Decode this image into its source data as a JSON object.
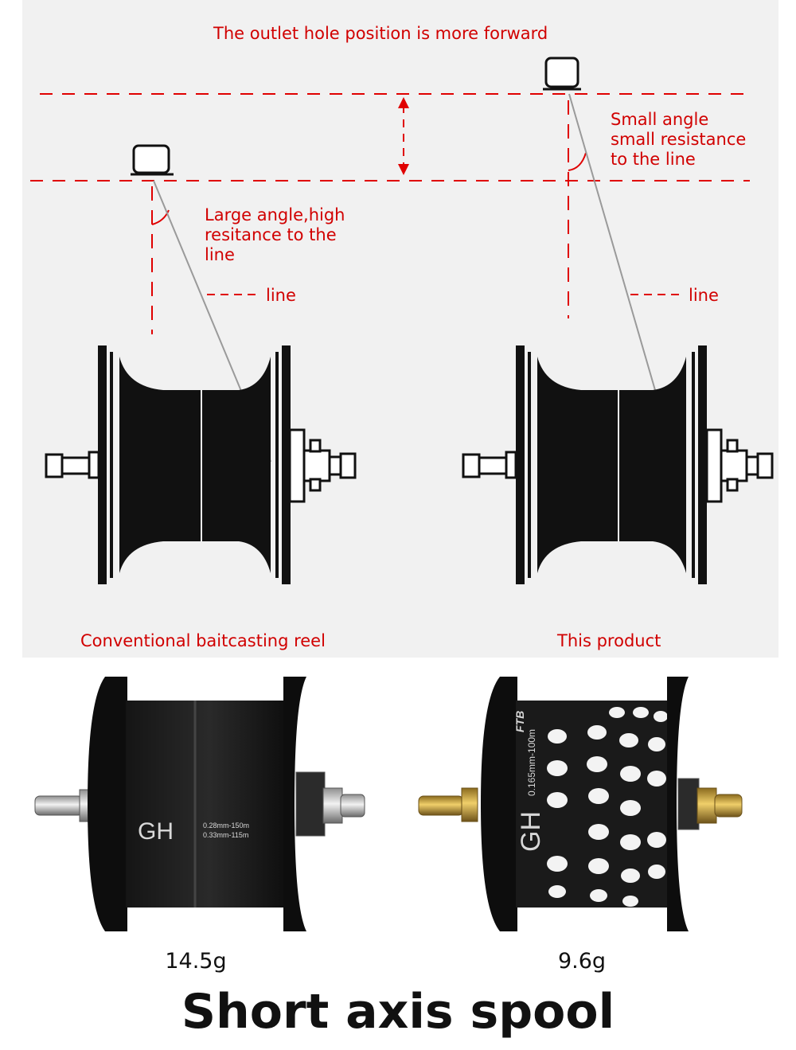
{
  "diagram": {
    "headline": "The outlet hole position is more forward",
    "conventional": {
      "angle_note": "Large angle,high\nresitance to the\nline",
      "line_label": "line",
      "caption": "Conventional baitcasting reel"
    },
    "product": {
      "angle_note": "Small angle\nsmall resistance\nto the line",
      "line_label": "line",
      "caption": "This product"
    },
    "colors": {
      "accent": "#d10000",
      "panel": "#f1f1f1"
    }
  },
  "photos": {
    "left": {
      "model": "GH",
      "spec_1": "0.28mm-150m",
      "spec_2": "0.33mm-115m",
      "weight": "14.5g"
    },
    "right": {
      "model": "GH",
      "spec": "0.165mm-100m",
      "brand": "FTB",
      "weight": "9.6g"
    }
  },
  "title": "Short axis spool"
}
